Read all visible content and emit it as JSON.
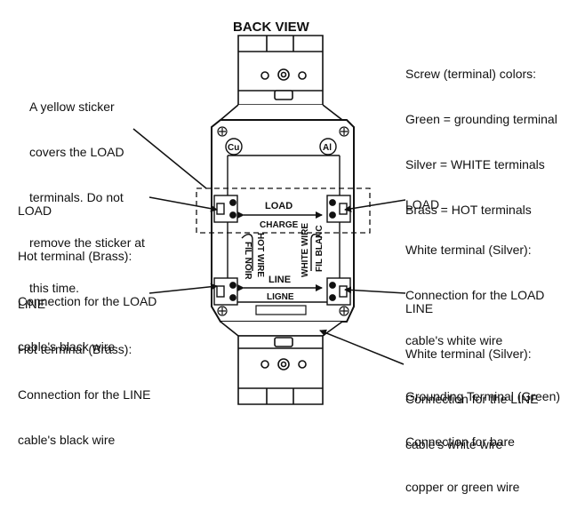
{
  "title": "BACK VIEW",
  "notes": {
    "sticker": [
      "A yellow sticker",
      "covers the LOAD",
      "terminals. Do not",
      "remove the sticker at",
      "this time."
    ],
    "colors": [
      "Screw (terminal) colors:",
      "Green = grounding terminal",
      "Silver = WHITE terminals",
      "Brass = HOT terminals"
    ]
  },
  "callouts": {
    "load_hot": [
      "LOAD",
      "Hot terminal (Brass):",
      "Connection for the LOAD",
      "cable's black wire"
    ],
    "line_hot": [
      "LINE",
      "Hot terminal (Brass):",
      "Connection for the LINE",
      "cable's black wire"
    ],
    "load_white": [
      "LOAD",
      "White terminal (Silver):",
      "Connection for the LOAD",
      "cable's white wire"
    ],
    "line_white": [
      "LINE",
      "White terminal (Silver):",
      "Connection for the LINE",
      "cable's white wire"
    ],
    "ground": [
      "Grounding Terminal (Green)",
      "Connection for bare",
      "copper or green wire"
    ]
  },
  "device": {
    "cu": "Cu",
    "al": "Al",
    "load": "LOAD",
    "charge": "CHARGE",
    "line": "LINE",
    "ligne": "LIGNE",
    "hot_wire": "HOT WIRE",
    "fil_noir": "FIL NOIR",
    "white_wire": "WHITE WIRE",
    "fil_blanc": "FIL BLANC"
  }
}
